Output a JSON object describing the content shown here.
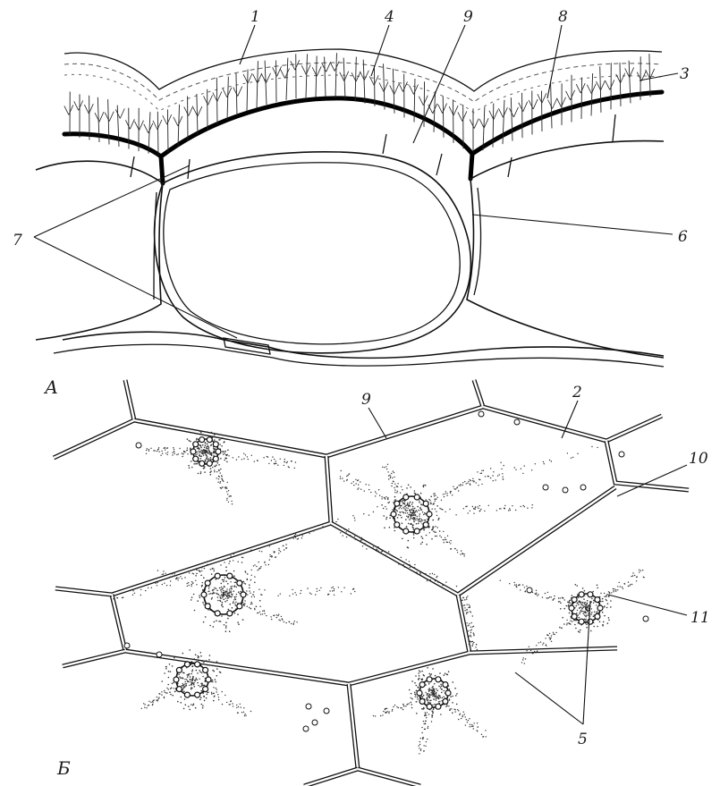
{
  "panels": {
    "top": {
      "letter": "А"
    },
    "bottom": {
      "letter": "Б"
    }
  },
  "labels": {
    "l1": "1",
    "l2": "2",
    "l3": "3",
    "l4": "4",
    "l5": "5",
    "l6": "6",
    "l7": "7",
    "l8": "8",
    "l9_top": "9",
    "l9_bottom": "9",
    "l10": "10",
    "l11": "11"
  }
}
